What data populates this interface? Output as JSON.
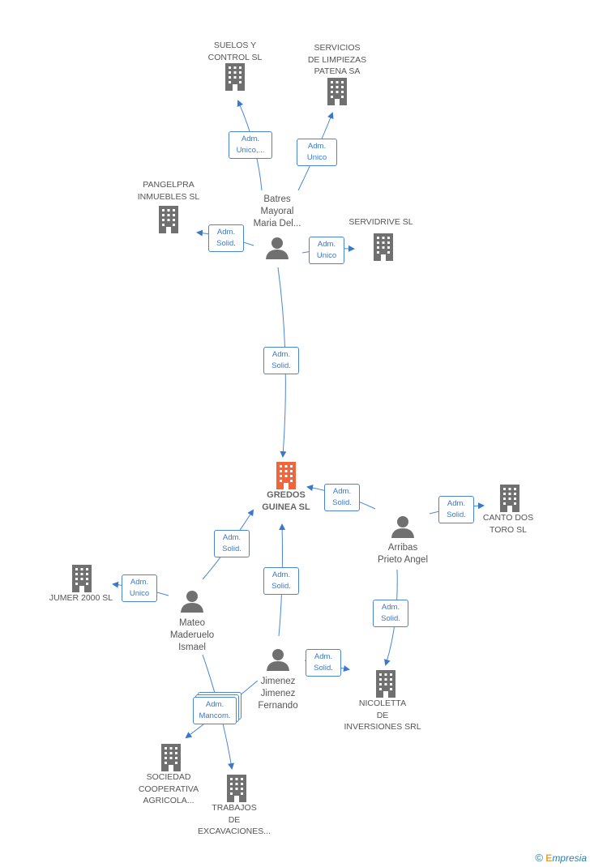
{
  "colors": {
    "edge": "#4a86d6",
    "building": "#707070",
    "main": "#f2643a",
    "person": "#707070"
  },
  "companies": [
    {
      "id": "suelos",
      "label": "SUELOS Y\nCONTROL SL"
    },
    {
      "id": "servicios",
      "label": "SERVICIOS\nDE LIMPIEZAS\nPATENA SA"
    },
    {
      "id": "pangelpra",
      "label": "PANGELPRA\nINMUEBLES SL"
    },
    {
      "id": "servidrive",
      "label": "SERVIDRIVE SL"
    },
    {
      "id": "gredos",
      "label": "GREDOS\nGUINEA SL"
    },
    {
      "id": "cantodos",
      "label": "CANTO DOS\nTORO SL"
    },
    {
      "id": "jumer",
      "label": "JUMER 2000 SL"
    },
    {
      "id": "nicoletta",
      "label": "NICOLETTA\nDE\nINVERSIONES SRL"
    },
    {
      "id": "sociedad",
      "label": "SOCIEDAD\nCOOPERATIVA\nAGRICOLA..."
    },
    {
      "id": "trabajos",
      "label": "TRABAJOS\nDE\nEXCAVACIONES..."
    }
  ],
  "persons": [
    {
      "id": "batres",
      "label": "Batres\nMayoral\nMaria Del..."
    },
    {
      "id": "arribas",
      "label": "Arribas\nPrieto Angel"
    },
    {
      "id": "mateo",
      "label": "Mateo\nMaderuelo\nIsmael"
    },
    {
      "id": "jimenez",
      "label": "Jimenez\nJimenez\nFernando"
    }
  ],
  "relations": [
    {
      "id": "r1",
      "label": "Adm.\nUnico,..."
    },
    {
      "id": "r2",
      "label": "Adm.\nUnico"
    },
    {
      "id": "r3",
      "label": "Adm.\nSolid."
    },
    {
      "id": "r4",
      "label": "Adm.\nUnico"
    },
    {
      "id": "r5",
      "label": "Adm.\nSolid."
    },
    {
      "id": "r6",
      "label": "Adm.\nSolid."
    },
    {
      "id": "r7",
      "label": "Adm.\nSolid."
    },
    {
      "id": "r8",
      "label": "Adm.\nSolid."
    },
    {
      "id": "r9",
      "label": "Adm.\nSolid."
    },
    {
      "id": "r10",
      "label": "Adm.\nUnico"
    },
    {
      "id": "r11",
      "label": "Adm.\nSolid."
    },
    {
      "id": "r12",
      "label": "Adm.\nSolid."
    },
    {
      "id": "r13",
      "label": "Adm.\nMancom."
    }
  ],
  "footer": {
    "copyright": "©",
    "brand_first": "E",
    "brand_rest": "mpresia"
  }
}
